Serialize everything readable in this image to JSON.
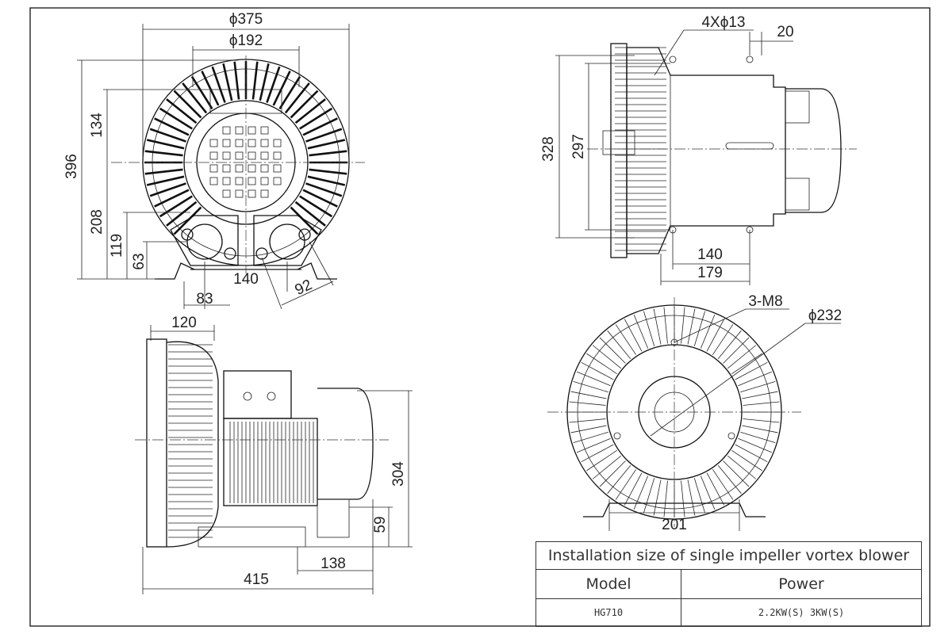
{
  "dimensions": {
    "front": {
      "d375": "ϕ375",
      "d192": "ϕ192",
      "h396": "396",
      "h134": "134",
      "h208": "208",
      "h119": "119",
      "h63": "63",
      "w140": "140",
      "w83": "83",
      "w92": "92"
    },
    "side_top": {
      "holes": "4Xϕ13",
      "w20": "20",
      "h328": "328",
      "h297": "297",
      "w140": "140",
      "w179": "179"
    },
    "side_bottom": {
      "w120": "120",
      "h304": "304",
      "h59": "59",
      "w138": "138",
      "w415": "415"
    },
    "rear": {
      "m8": "3-M8",
      "d232": "ϕ232",
      "w201": "201"
    }
  },
  "table": {
    "title": "Installation size of single impeller vortex blower",
    "headers": [
      "Model",
      "Power"
    ],
    "rows": [
      [
        "HG710",
        "2.2KW(S) 3KW(S)"
      ]
    ]
  }
}
